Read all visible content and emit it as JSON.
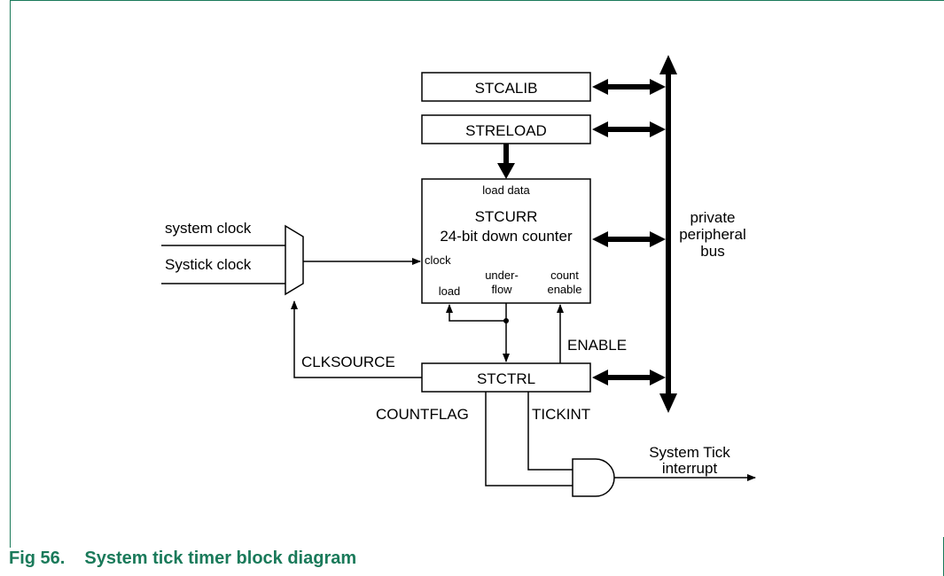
{
  "blocks": {
    "stcalib": "STCALIB",
    "streload": "STRELOAD",
    "stcurr_title": "STCURR",
    "stcurr_subtitle": "24-bit down counter",
    "stctrl": "STCTRL"
  },
  "ports": {
    "load_data": "load data",
    "clock": "clock",
    "load": "load",
    "underflow_line1": "under-",
    "underflow_line2": "flow",
    "count_enable_line1": "count",
    "count_enable_line2": "enable"
  },
  "inputs": {
    "system_clock": "system clock",
    "systick_clock": "Systick clock"
  },
  "signals": {
    "clksource": "CLKSOURCE",
    "enable": "ENABLE",
    "countflag": "COUNTFLAG",
    "tickint": "TICKINT"
  },
  "bus": {
    "line1": "private",
    "line2": "peripheral",
    "line3": "bus"
  },
  "output": {
    "line1": "System Tick",
    "line2": "interrupt"
  },
  "caption": {
    "number": "Fig 56.",
    "title": "System tick timer block diagram"
  },
  "colors": {
    "caption": "#1a7a5a",
    "frame": "#1a7a5a",
    "lines": "#000000"
  }
}
